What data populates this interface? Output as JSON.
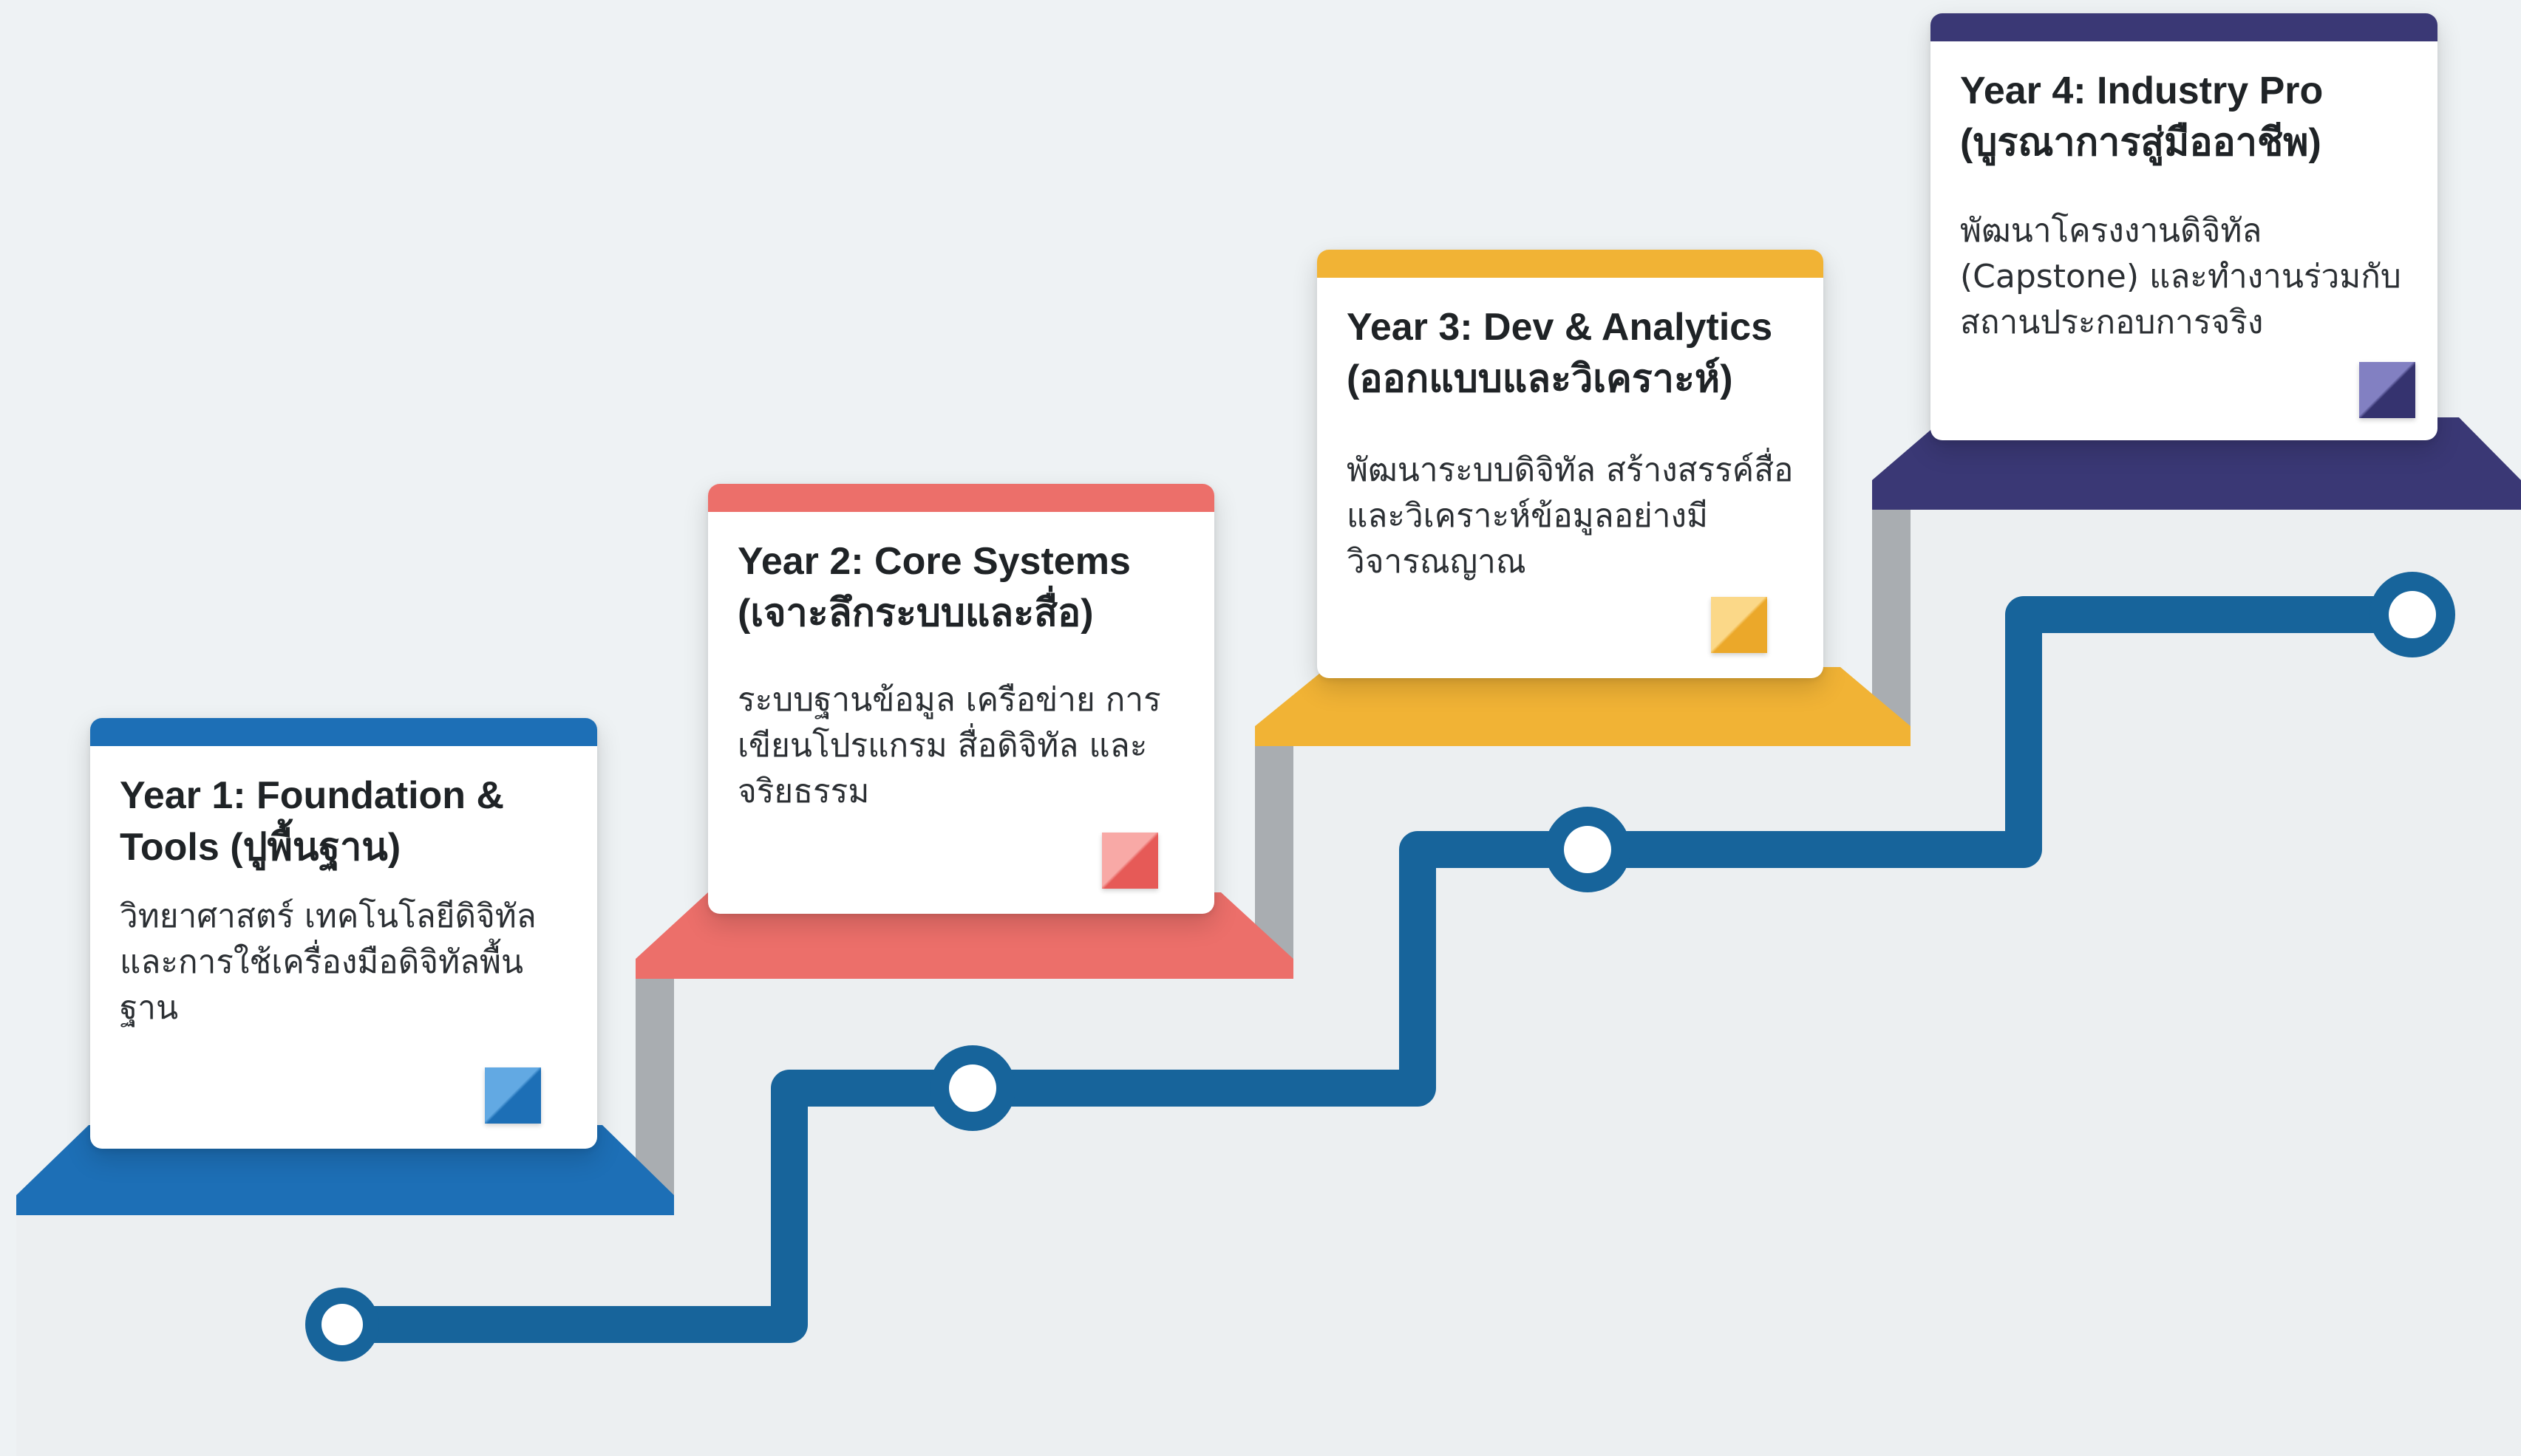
{
  "colors": {
    "background": "#eef2f4",
    "path_line": "#17649b",
    "wall": "#a9adb1",
    "year1": "#1d6fb6",
    "year2": "#ec6f6a",
    "year3": "#f1b335",
    "year4": "#3a3875"
  },
  "path": {
    "nodes": 4,
    "node_style": "ring"
  },
  "steps": [
    {
      "title": "Year 1: Foundation & Tools (ปูพื้นฐาน)",
      "description": "วิทยาศาสตร์ เทคโนโลยีดิจิทัล และการใช้เครื่องมือดิจิทัลพื้นฐาน",
      "color": "#1d6fb6",
      "icon": "blue-square-icon"
    },
    {
      "title": "Year 2: Core Systems (เจาะลึกระบบและสื่อ)",
      "description": "ระบบฐานข้อมูล เครือข่าย การเขียนโปรแกรม สื่อดิจิทัล และจริยธรรม",
      "color": "#ec6f6a",
      "icon": "coral-square-icon"
    },
    {
      "title": "Year 3: Dev & Analytics (ออกแบบและวิเคราะห์)",
      "description": "พัฒนาระบบดิจิทัล สร้างสรรค์สื่อ และวิเคราะห์ข้อมูลอย่างมีวิจารณญาณ",
      "color": "#f1b335",
      "icon": "yellow-square-icon"
    },
    {
      "title": "Year 4: Industry Pro (บูรณาการสู่มืออาชีพ)",
      "description": "พัฒนาโครงงานดิจิทัล (Capstone) และทำงานร่วมกับสถานประกอบการจริง",
      "color": "#3a3875",
      "icon": "purple-square-icon"
    }
  ]
}
